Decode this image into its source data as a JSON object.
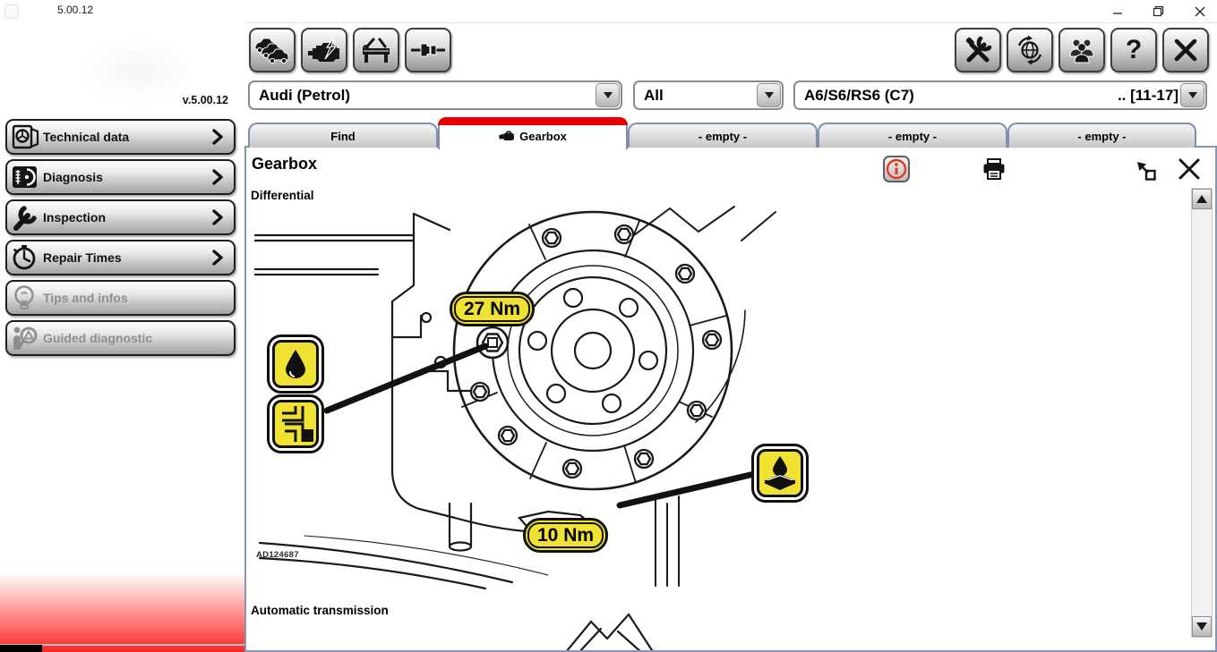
{
  "window": {
    "title": "5.00.12"
  },
  "branding": {
    "version": "v.5.00.12"
  },
  "toolbar": {
    "left": [
      {
        "name": "vehicle-selection",
        "icon": "cars-icon"
      },
      {
        "name": "engine-diagnosis",
        "icon": "engine-lightning-icon"
      },
      {
        "name": "workshop-equipment",
        "icon": "workbench-icon"
      },
      {
        "name": "connector",
        "icon": "connector-icon"
      }
    ],
    "right": [
      {
        "name": "settings",
        "icon": "tools-icon"
      },
      {
        "name": "online-update",
        "icon": "globe-sync-icon"
      },
      {
        "name": "contacts",
        "icon": "people-icon"
      },
      {
        "name": "help",
        "icon": "question-icon",
        "glyph": "?"
      },
      {
        "name": "exit",
        "icon": "close-x-icon"
      }
    ]
  },
  "selectors": {
    "make": "Audi (Petrol)",
    "group": "All",
    "model": "A6/S6/RS6 (C7)",
    "model_years": ".. [11-17]"
  },
  "tabs": [
    {
      "label": "Find",
      "state": "inactive"
    },
    {
      "label": "Gearbox",
      "state": "active",
      "icon": "gearbox-icon"
    },
    {
      "label": "- empty -",
      "state": "empty"
    },
    {
      "label": "- empty -",
      "state": "empty"
    },
    {
      "label": "- empty -",
      "state": "empty"
    }
  ],
  "sidebar": [
    {
      "label": "Technical data",
      "icon": "technical-data-icon",
      "enabled": true
    },
    {
      "label": "Diagnosis",
      "icon": "diagnosis-icon",
      "enabled": true
    },
    {
      "label": "Inspection",
      "icon": "inspection-icon",
      "enabled": true
    },
    {
      "label": "Repair Times",
      "icon": "repair-times-icon",
      "enabled": true
    },
    {
      "label": "Tips and infos",
      "icon": "tips-icon",
      "enabled": false
    },
    {
      "label": "Guided diagnostic",
      "icon": "guided-diagnostic-icon",
      "enabled": false
    }
  ],
  "content": {
    "heading": "Gearbox",
    "sections": [
      "Differential",
      "Automatic transmission"
    ],
    "figure": {
      "id": "AD124687",
      "torque_label_top": "27 Nm",
      "torque_label_bottom": "10 Nm",
      "symbols": [
        "oil-filler-drop",
        "oil-level-pipe",
        "oil-drain-pan"
      ]
    }
  },
  "colors": {
    "highlight_yellow": "#EFE233",
    "active_tab_red": "#E80000",
    "info_icon_red": "#E8391D",
    "panel_border_blue": "#8696B8",
    "bottom_gradient_red": "#F00000"
  }
}
